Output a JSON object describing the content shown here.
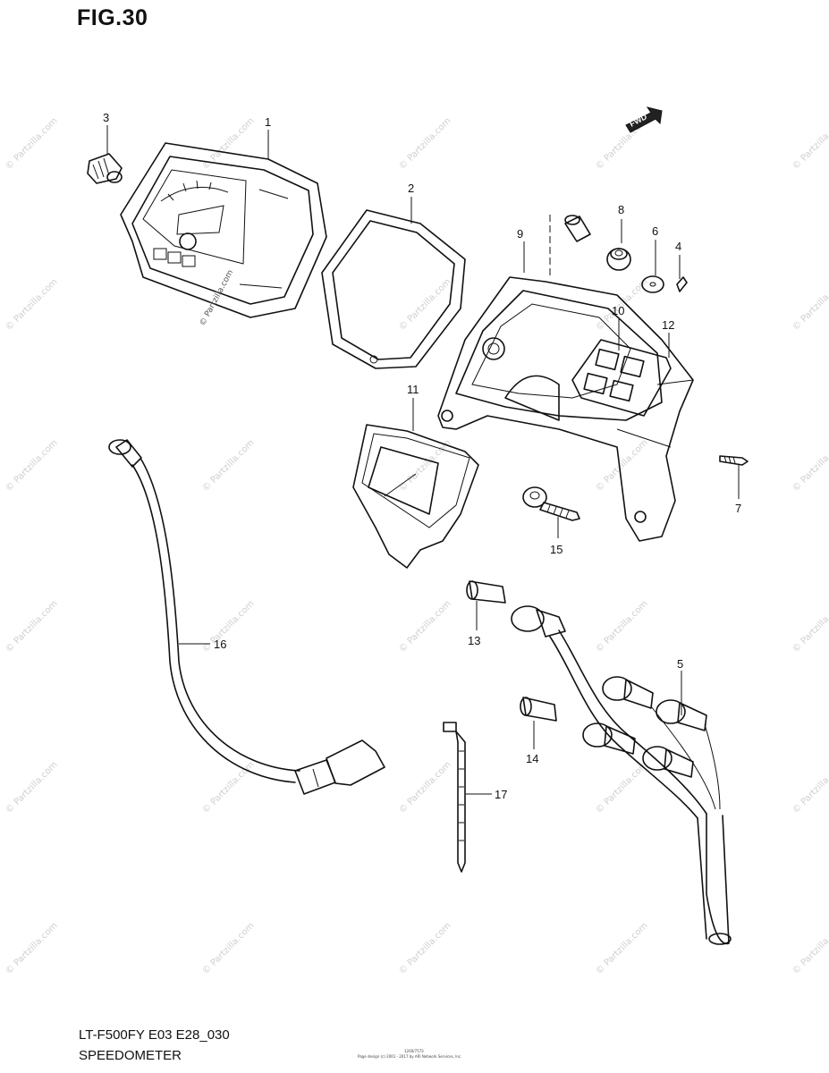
{
  "header": {
    "figure_label": "FIG.30"
  },
  "footer": {
    "model_code": "LT-F500FY E03 E28_030",
    "section_name": "SPEEDOMETER",
    "page_code": "1200/7573",
    "page_credit": "Page design (c) 2001 - 2017 by ARI Network Services, Inc."
  },
  "direction_badge": {
    "label": "FWD"
  },
  "watermark": {
    "text": "© Partzilla.com"
  },
  "callouts": {
    "p1": "1",
    "p2": "2",
    "p3": "3",
    "p4": "4",
    "p5": "5",
    "p6": "6",
    "p7": "7",
    "p8": "8",
    "p9": "9",
    "p10": "10",
    "p11": "11",
    "p12": "12",
    "p13": "13",
    "p14": "14",
    "p15": "15",
    "p16": "16",
    "p17": "17"
  }
}
